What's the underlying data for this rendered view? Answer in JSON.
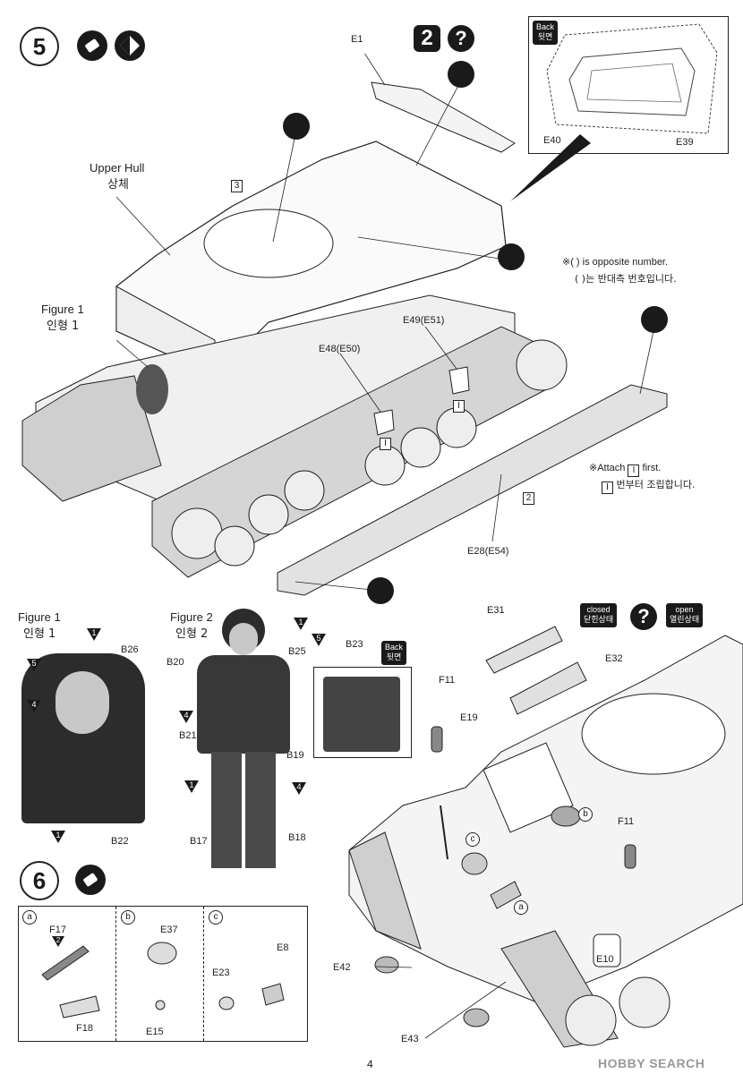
{
  "steps": {
    "step5": {
      "number": "5"
    },
    "step6": {
      "number": "6"
    },
    "header_marks": {
      "num": "2",
      "q": "?"
    }
  },
  "inset_back": {
    "tag": "Back\n뒷면",
    "labels": [
      "E40",
      "E39"
    ]
  },
  "labels": {
    "upper_hull_en": "Upper Hull",
    "upper_hull_ko": "상체",
    "figure1_en": "Figure 1",
    "figure1_ko": "인형  1",
    "figure1b_en": "Figure 1",
    "figure1b_ko": "인형  1",
    "figure2_en": "Figure 2",
    "figure2_ko": "인형  2",
    "e1": "E1",
    "num3": "3",
    "num2": "2",
    "e48": "E48(E50)",
    "e49": "E49(E51)",
    "e28": "E28(E54)",
    "i_mark": "I"
  },
  "notes": {
    "opposite_en": "※(  ) is opposite number.",
    "opposite_ko": "(  )는 반대측 번호입니다.",
    "attach_en": "※Attach",
    "attach_en_tail": "first.",
    "attach_ko": "번부터 조립합니다."
  },
  "figures": {
    "fig1_parts": [
      "B26",
      "B22"
    ],
    "fig1_arrows": [
      "1",
      "5",
      "4",
      "1"
    ],
    "fig2_parts": [
      "B25",
      "B20",
      "B21",
      "B19",
      "B17",
      "B18"
    ],
    "fig2_arrows": [
      "1",
      "5",
      "4",
      "1",
      "4"
    ],
    "back_tag": "Back\n뒷면",
    "back_part": "B23"
  },
  "right_section": {
    "closed_tag": "closed\n닫힌상태",
    "open_tag": "open\n열린상태",
    "q": "?",
    "parts": [
      "E31",
      "E32",
      "F11",
      "E19",
      "F11",
      "E10",
      "E42",
      "E43"
    ],
    "circle_marks": [
      "b",
      "c",
      "a"
    ]
  },
  "step6_sub": {
    "a": {
      "mark": "a",
      "parts": [
        "F17",
        "F18"
      ],
      "arrow": "2"
    },
    "b": {
      "mark": "b",
      "parts": [
        "E37",
        "E15"
      ]
    },
    "c": {
      "mark": "c",
      "parts": [
        "E23",
        "E8"
      ]
    }
  },
  "footer": {
    "page": "4",
    "watermark": "HOBBY SEARCH"
  }
}
